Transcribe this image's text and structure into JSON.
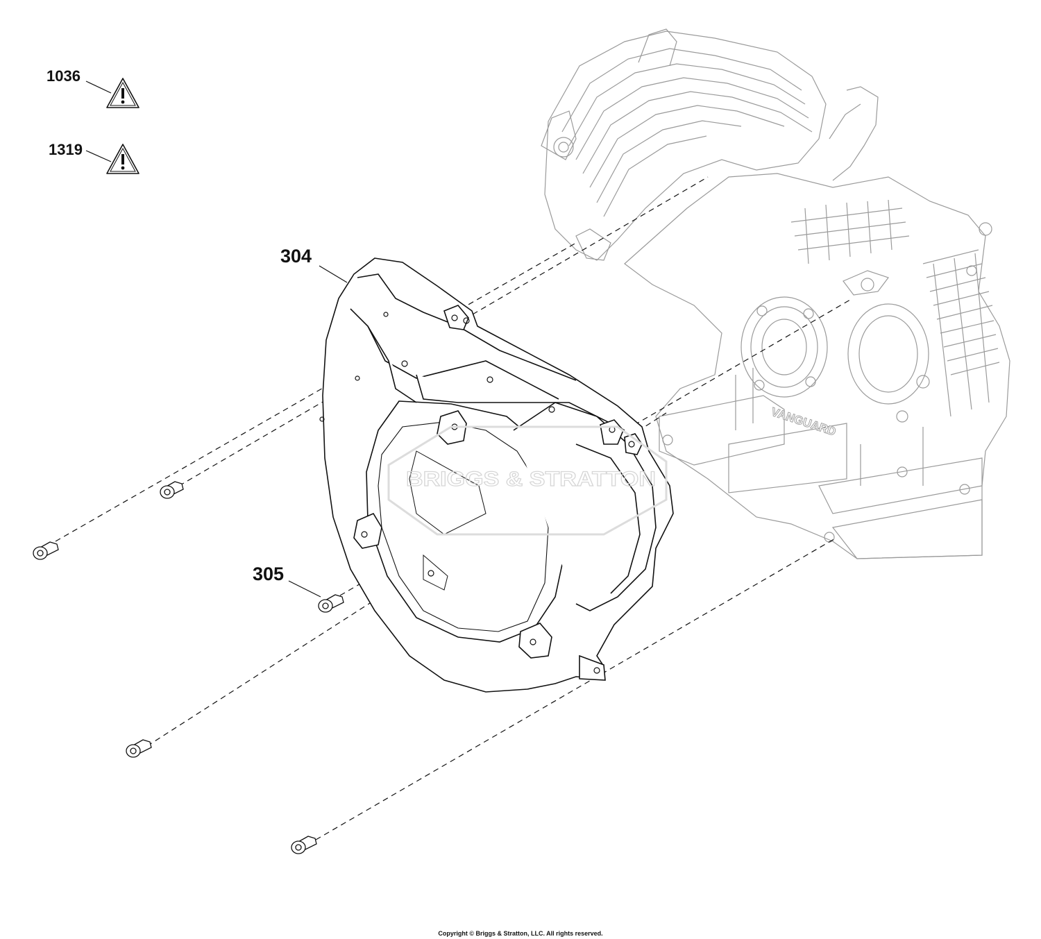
{
  "callouts": {
    "warning_1": "1036",
    "warning_2": "1319",
    "blower_housing": "304",
    "screw": "305"
  },
  "watermark": "BRIGGS & STRATTON",
  "engine_brand": "VANGUARD",
  "footer": "Copyright © Briggs & Stratton, LLC. All rights reserved.",
  "icons": [
    "warning-triangle-icon"
  ],
  "colors": {
    "line": "#111111",
    "ghost": "#9a9a9a",
    "watermark": "#dcdcdc"
  }
}
